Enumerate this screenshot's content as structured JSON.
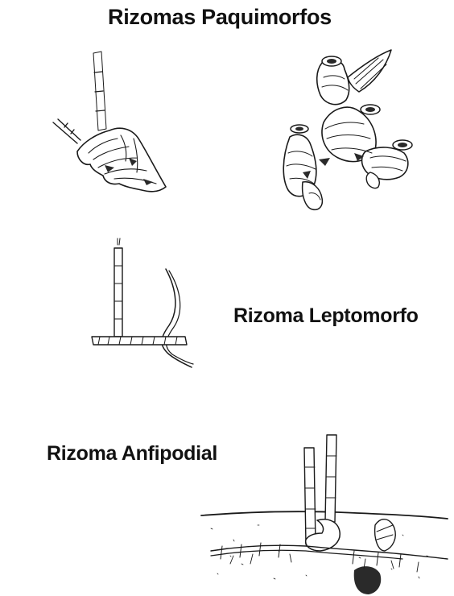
{
  "labels": {
    "pachymorph": "Rizomas Paquimorfos",
    "leptomorph": "Rizoma Leptomorfo",
    "amphipodial": "Rizoma Anfipodial"
  },
  "colors": {
    "ink": "#1a1a1a",
    "background": "#ffffff"
  }
}
